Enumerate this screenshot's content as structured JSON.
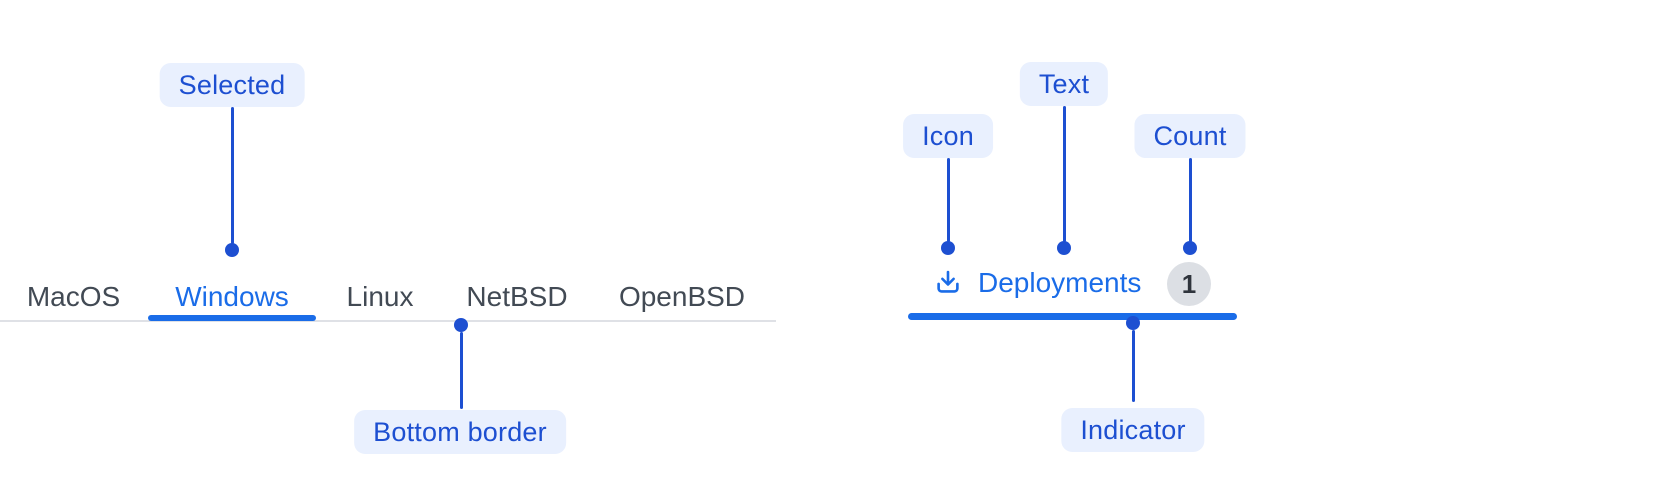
{
  "colors": {
    "accent_blue": "#1a6ce8",
    "annotation_blue": "#1d4fd1",
    "pill_bg": "#e9f0fe",
    "tab_text": "#424a54",
    "divider": "#dfe1e6",
    "badge_bg": "#dcdfe4",
    "badge_text": "#2f343c"
  },
  "left_tabs": {
    "items": [
      {
        "label": "MacOS",
        "selected": false
      },
      {
        "label": "Windows",
        "selected": true
      },
      {
        "label": "Linux",
        "selected": false
      },
      {
        "label": "NetBSD",
        "selected": false
      },
      {
        "label": "OpenBSD",
        "selected": false
      }
    ]
  },
  "right_tab": {
    "icon": "download-icon",
    "label": "Deployments",
    "count": "1"
  },
  "annotations": {
    "selected": "Selected",
    "bottom_border": "Bottom border",
    "icon": "Icon",
    "text": "Text",
    "count": "Count",
    "indicator": "Indicator"
  }
}
